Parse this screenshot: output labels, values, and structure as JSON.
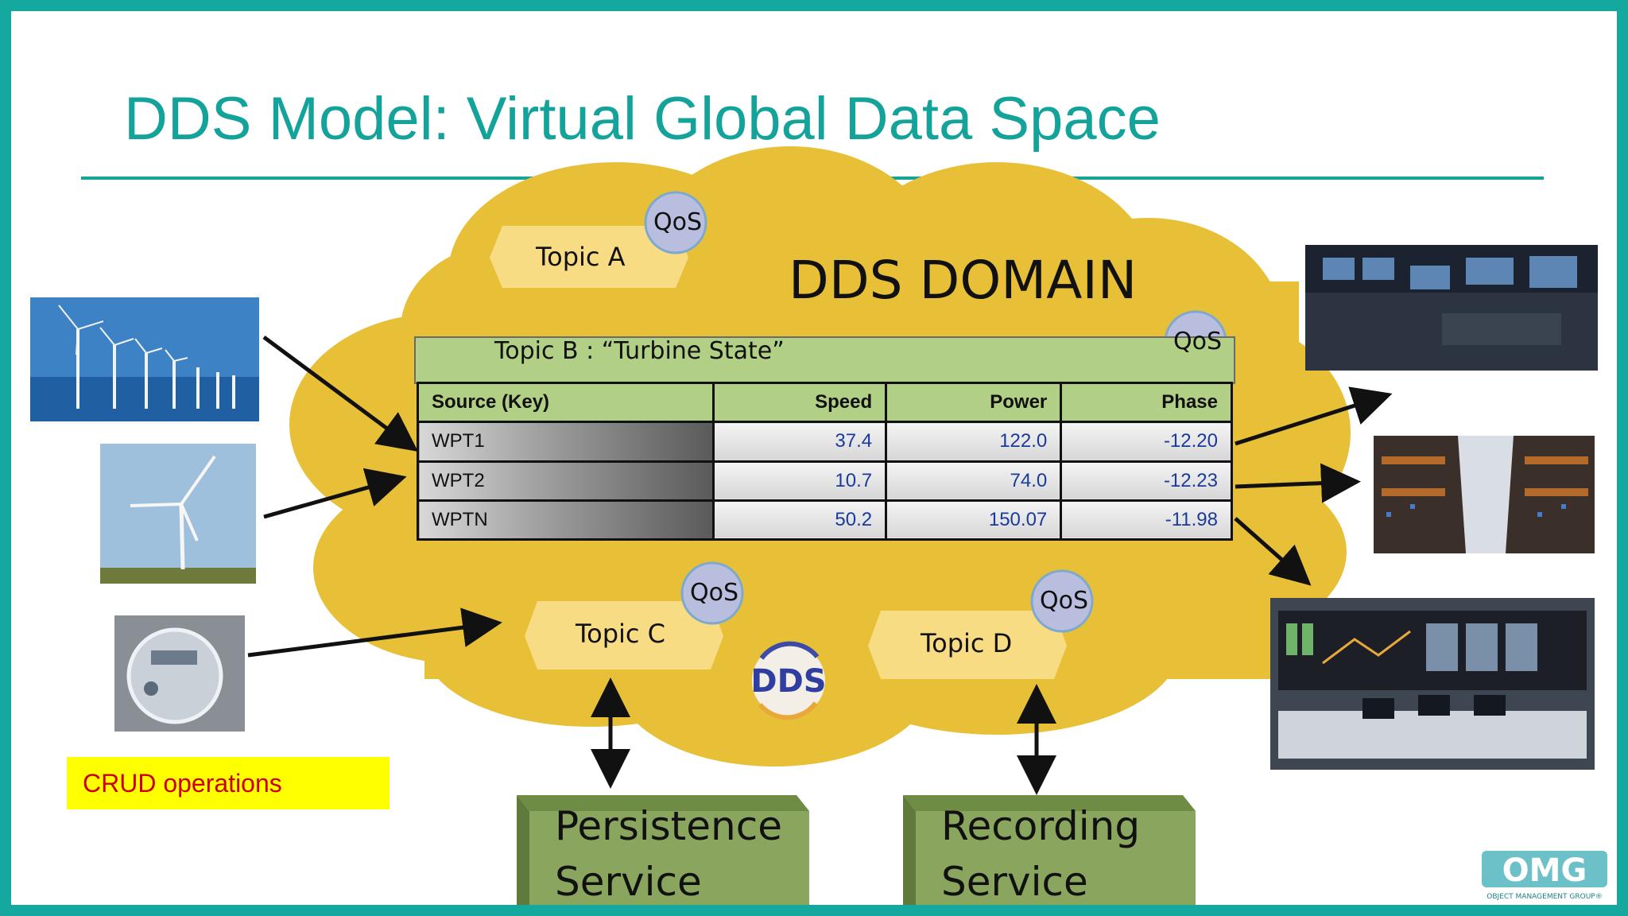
{
  "slide": {
    "title": "DDS Model: Virtual Global Data Space"
  },
  "domain_label": "DDS DOMAIN",
  "qos_label": "QoS",
  "topics": {
    "a": "Topic A",
    "b_title": "Topic B : “Turbine State”",
    "c": "Topic C",
    "d": "Topic D"
  },
  "table": {
    "headers": [
      "Source (Key)",
      "Speed",
      "Power",
      "Phase"
    ],
    "rows": [
      [
        "WPT1",
        "37.4",
        "122.0",
        "-12.20"
      ],
      [
        "WPT2",
        "10.7",
        "74.0",
        "-12.23"
      ],
      [
        "WPTN",
        "50.2",
        "150.07",
        "-11.98"
      ]
    ]
  },
  "dds_logo_text": "DDS",
  "crud": "CRUD operations",
  "services": {
    "persistence": [
      "Persistence",
      "Service"
    ],
    "recording": [
      "Recording",
      "Service"
    ]
  },
  "omg": {
    "logo": "OMG",
    "caption": "OBJECT MANAGEMENT GROUP®"
  },
  "colors": {
    "frame": "#14a89e",
    "title": "#14a39a",
    "cloud": "#e8c037",
    "topic_band": "#f8dc84",
    "qos": "#b9bdde",
    "table_header": "#b2cf86",
    "service": "#8aa65e"
  }
}
